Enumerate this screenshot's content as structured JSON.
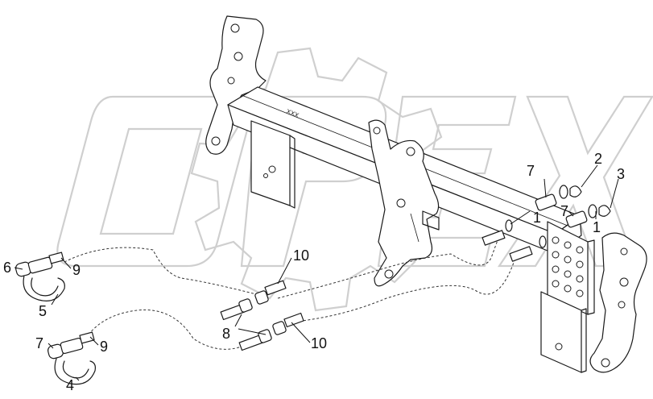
{
  "diagram": {
    "callouts": [
      {
        "id": "c1a",
        "label": "1"
      },
      {
        "id": "c1b",
        "label": "1"
      },
      {
        "id": "c2",
        "label": "2"
      },
      {
        "id": "c3",
        "label": "3"
      },
      {
        "id": "c4",
        "label": "4"
      },
      {
        "id": "c5",
        "label": "5"
      },
      {
        "id": "c6",
        "label": "6"
      },
      {
        "id": "c7a",
        "label": "7"
      },
      {
        "id": "c7b",
        "label": "7"
      },
      {
        "id": "c7c",
        "label": "7"
      },
      {
        "id": "c8",
        "label": "8"
      },
      {
        "id": "c9a",
        "label": "9"
      },
      {
        "id": "c9b",
        "label": "9"
      },
      {
        "id": "c10a",
        "label": "10"
      },
      {
        "id": "c10b",
        "label": "10"
      }
    ],
    "watermark": {
      "text": "OPEX",
      "color": "#cfcfcf"
    },
    "line_color": "#1a1a1a",
    "background": "#ffffff"
  }
}
